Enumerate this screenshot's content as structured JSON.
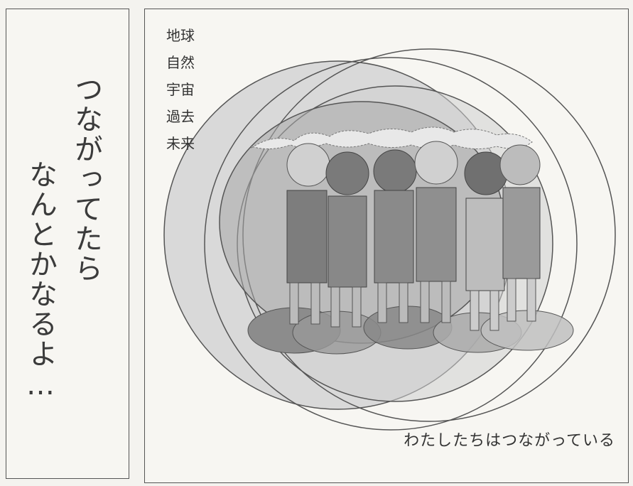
{
  "left_panel": {
    "line1": "つながってたら",
    "line2": "なんとかなるよ…"
  },
  "keywords": [
    "地球",
    "自然",
    "宇宙",
    "過去",
    "未来"
  ],
  "caption": "わたしたちはつながっている",
  "illustration": {
    "people_count": 6,
    "tones": [
      "#bdbdbd",
      "#8a8a8a",
      "#8f8f8f",
      "#bdbdbd",
      "#6e6e6e",
      "#bdbdbd"
    ]
  }
}
